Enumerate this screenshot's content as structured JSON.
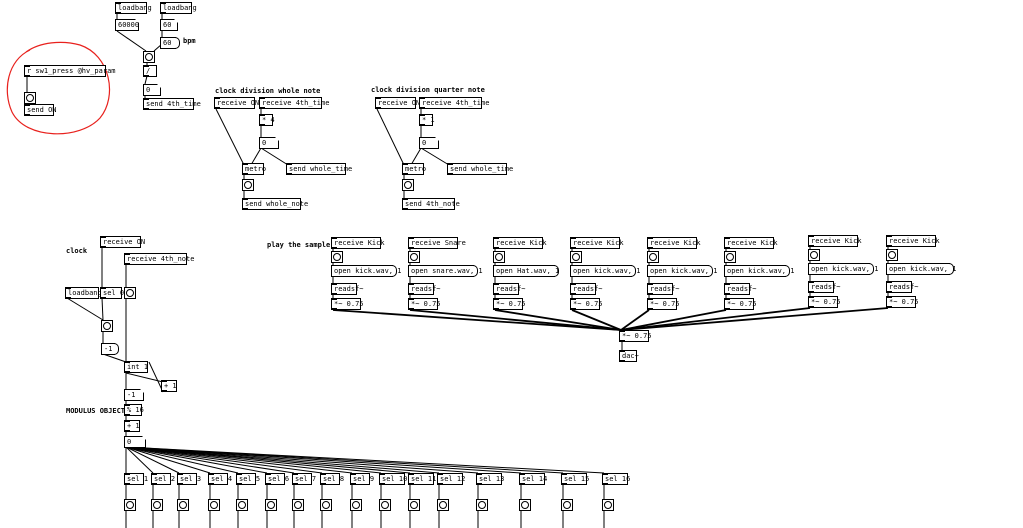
{
  "comments": {
    "bpm": "bpm",
    "clock_whole": "clock division whole note",
    "clock_quarter": "clock division quarter note",
    "clock": "clock",
    "play_sample": "play the sample",
    "modulus": "MODULUS OBJECT"
  },
  "objects": {
    "loadbang1": "loadbang",
    "loadbang2": "loadbang",
    "n60000": "60000",
    "n60a": "60",
    "n60b": "60",
    "div": "/",
    "n0a": "0",
    "send_4th_time": "send 4th_time",
    "r_sw1": "r sw1_press @hv_param",
    "send_on": "send ON",
    "w_recv_on": "receive ON",
    "w_recv_4th": "receive 4th_time",
    "w_mul": "* 4",
    "w_num": "0",
    "w_metro": "metro",
    "w_send_time": "send whole_time",
    "w_send_note": "send whole_note",
    "q_recv_on": "receive ON",
    "q_recv_4th": "receive 4th_time",
    "q_mul": "* 1",
    "q_num": "0",
    "q_metro": "metro",
    "q_send_time": "send whole_time",
    "q_send_note": "send 4th_note",
    "c_recv_on": "receive ON",
    "c_recv_4th": "receive 4th_note",
    "c_loadbang": "loadbang",
    "c_sel0": "sel 0",
    "c_neg1": "-1",
    "c_int": "int 1",
    "c_plus1": "+ 1",
    "c_neg1b": "-1",
    "c_mod": "% 16",
    "c_add1": "+ 1",
    "c_num0": "0",
    "mix": "*~ 0.75",
    "dac": "dac~"
  },
  "samples": [
    {
      "recv": "receive Kick",
      "open": "open kick.wav, 1",
      "readsf": "readsf~",
      "mul": "*~ 0.75"
    },
    {
      "recv": "receive Snare",
      "open": "open snare.wav, 1",
      "readsf": "readsf~",
      "mul": "*~ 0.75"
    },
    {
      "recv": "receive Kick",
      "open": "open Hat.wav, 1",
      "readsf": "readsf~",
      "mul": "*~ 0.75"
    },
    {
      "recv": "receive Kick",
      "open": "open kick.wav, 1",
      "readsf": "readsf~",
      "mul": "*~ 0.75"
    },
    {
      "recv": "receive Kick",
      "open": "open kick.wav, 1",
      "readsf": "readsf~",
      "mul": "*~ 0.75"
    },
    {
      "recv": "receive Kick",
      "open": "open kick.wav, 1",
      "readsf": "readsf~",
      "mul": "*~ 0.75"
    },
    {
      "recv": "receive Kick",
      "open": "open kick.wav, 1",
      "readsf": "readsf~",
      "mul": "*~ 0.75"
    },
    {
      "recv": "receive Kick",
      "open": "open kick.wav, 1",
      "readsf": "readsf~",
      "mul": "*~ 0.75"
    }
  ],
  "sels": [
    "sel 1",
    "sel 2",
    "sel 3",
    "sel 4",
    "sel 5",
    "sel 6",
    "sel 7",
    "sel 8",
    "sel 9",
    "sel 10",
    "sel 11",
    "sel 12",
    "sel 13",
    "sel 14",
    "sel 15",
    "sel 16"
  ],
  "colors": {
    "annotation": "#e8211d",
    "ink": "#000000",
    "background": "#ffffff"
  }
}
